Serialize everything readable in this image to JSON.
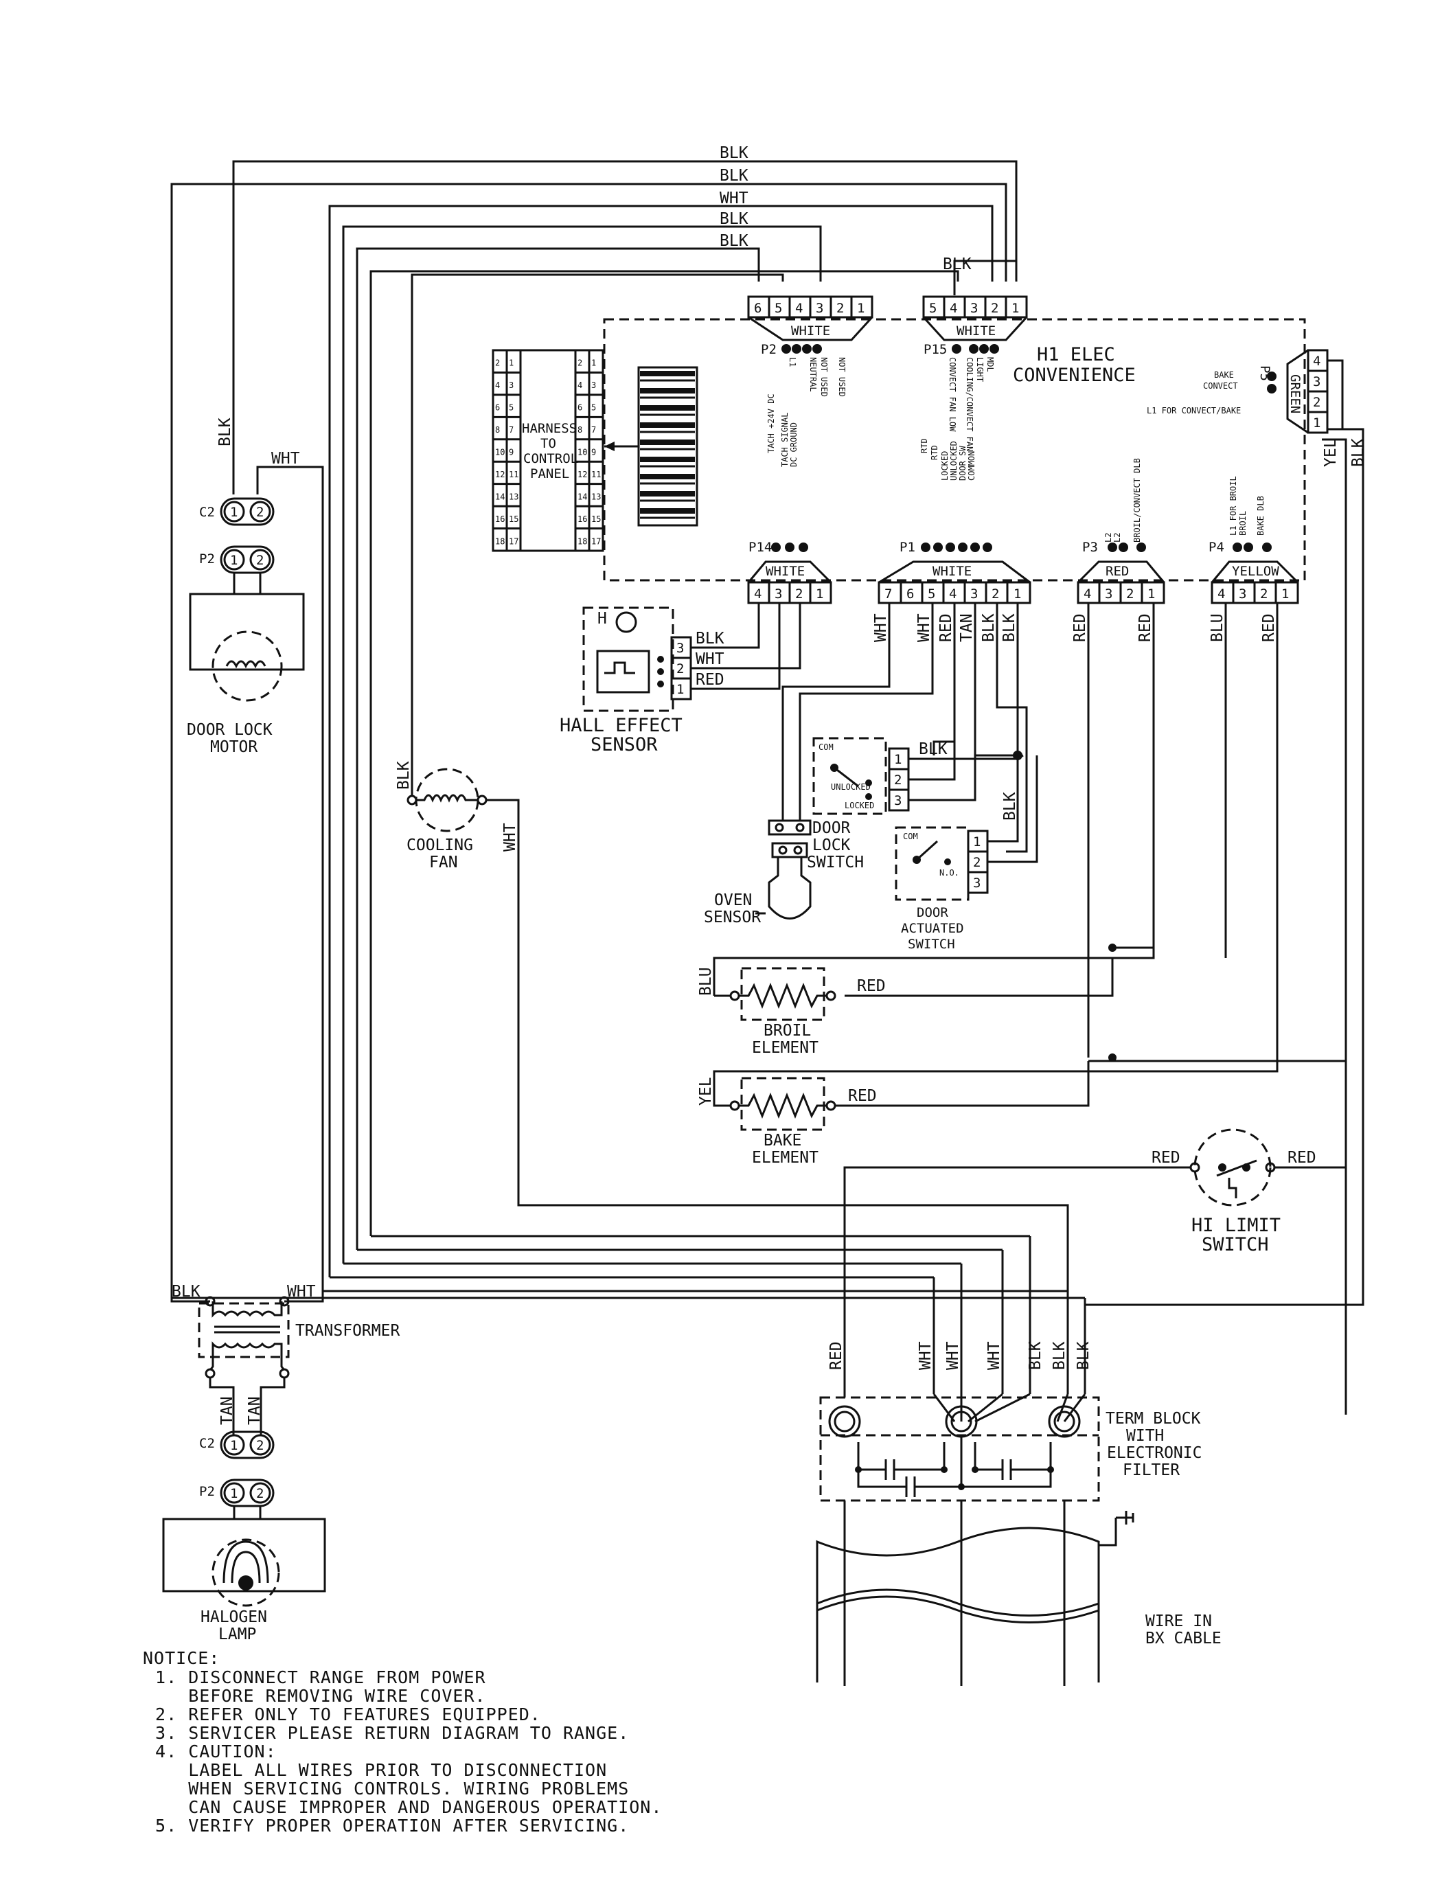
{
  "wire_labels": {
    "top_blk_1": "BLK",
    "top_blk_2": "BLK",
    "top_wht": "WHT",
    "top_blk_3": "BLK",
    "top_blk_4": "BLK",
    "p15_blk": "BLK",
    "left_blk": "BLK",
    "left_wht": "WHT",
    "fan_blk": "BLK",
    "fan_wht": "WHT",
    "v_wht_1": "WHT",
    "v_wht_2": "WHT",
    "v_red_1": "RED",
    "v_tan": "TAN",
    "v_blk_1": "BLK",
    "v_blk_2": "BLK",
    "v_red_p3a": "RED",
    "v_red_p3b": "RED",
    "v_blu_p4": "BLU",
    "v_red_p4": "RED",
    "sensor_blk": "BLK",
    "sensor_wht": "WHT",
    "sensor_red": "RED",
    "dl_blk": "BLK",
    "da_blk": "BLK",
    "broil_blu": "BLU",
    "broil_red": "RED",
    "bake_yel": "YEL",
    "bake_red": "RED",
    "hl_red_l": "RED",
    "hl_red_r": "RED",
    "yel_right": "YEL",
    "blk_right": "BLK",
    "tr_blk": "BLK",
    "tr_wht": "WHT",
    "tan_1": "TAN",
    "tan_2": "TAN",
    "tb_red": "RED",
    "tb_wht1": "WHT",
    "tb_wht2": "WHT",
    "tb_wht3": "WHT",
    "tb_blk1": "BLK",
    "tb_blk2": "BLK",
    "tb_blk3": "BLK"
  },
  "connectors": {
    "p2_pins": [
      "6",
      "5",
      "4",
      "3",
      "2",
      "1"
    ],
    "p2_color": "WHITE",
    "p2_name": "P2",
    "p15_pins": [
      "5",
      "4",
      "3",
      "2",
      "1"
    ],
    "p15_color": "WHITE",
    "p15_name": "P15",
    "p14_pins": [
      "4",
      "3",
      "2",
      "1"
    ],
    "p14_color": "WHITE",
    "p14_name": "P14",
    "p1_pins": [
      "7",
      "6",
      "5",
      "4",
      "3",
      "2",
      "1"
    ],
    "p1_color": "WHITE",
    "p1_name": "P1",
    "p3_pins": [
      "4",
      "3",
      "2",
      "1"
    ],
    "p3_color": "RED",
    "p3_name": "P3",
    "p4_pins": [
      "4",
      "3",
      "2",
      "1"
    ],
    "p4_color": "YELLOW",
    "p4_name": "P4",
    "p5_pins": [
      "4",
      "3",
      "2",
      "1"
    ],
    "p5_color": "GREEN",
    "p5_name": "P5",
    "sensor_pins": [
      "3",
      "2",
      "1"
    ],
    "door_lock_pins": [
      "1",
      "2",
      "3"
    ],
    "door_act_pins": [
      "1",
      "2",
      "3"
    ],
    "harness_left": [
      "2|1",
      "4|3",
      "6|5",
      "8|7",
      "10|9",
      "12|11",
      "14|13",
      "16|15",
      "18|17"
    ],
    "harness_right": [
      "2|1",
      "4|3",
      "6|5",
      "8|7",
      "10|9",
      "12|11",
      "14|13",
      "16|15",
      "18|17"
    ],
    "c2_top": "C2",
    "p2_top": "P2",
    "c2_bot": "C2",
    "p2_bot": "P2",
    "plug_pin_1": "1",
    "plug_pin_2": "2"
  },
  "pin_notes": {
    "p2_l1": "L1",
    "p2_neutral": "NEUTRAL",
    "p2_not_used_1": "NOT USED",
    "p2_not_used_2": "NOT USED",
    "p15_conv_low": "CONVECT FAN LOW",
    "p15_cooling": "COOLING/CONVECT FAN",
    "p15_light": "LIGHT",
    "p15_mdl": "MDL",
    "p14_tach24": "TACH +24V DC",
    "p14_tachsig": "TACH SIGNAL",
    "p14_dcgnd": "DC GROUND",
    "p1_rtd1": "RTD",
    "p1_rtd2": "RTD",
    "p1_locked": "LOCKED",
    "p1_unlocked": "UNLOCKED",
    "p1_door_sw": "DOOR SW",
    "p1_common": "COMMON",
    "p3_l2a": "L2",
    "p3_l2b": "L2",
    "p3_broil": "BROIL/CONVECT DLB",
    "p4_l1": "L1 FOR BROIL",
    "p4_broil": "BROIL",
    "p4_bake": "BAKE DLB",
    "p5_bake": "BAKE",
    "p5_convect": "CONVECT",
    "p5_l1": "L1 FOR CONVECT/BAKE"
  },
  "components": {
    "control_title_1": "H1 ELEC",
    "control_title_2": "CONVENIENCE",
    "harness_1": "HARNESS",
    "harness_2": "TO",
    "harness_3": "CONTROL",
    "harness_4": "PANEL",
    "door_lock_motor_1": "DOOR LOCK",
    "door_lock_motor_2": "MOTOR",
    "hall_1": "HALL EFFECT",
    "hall_2": "SENSOR",
    "hall_h": "H",
    "cooling_fan_1": "COOLING",
    "cooling_fan_2": "FAN",
    "door_lock_sw_1": "DOOR",
    "door_lock_sw_2": "LOCK",
    "door_lock_sw_3": "SWITCH",
    "sw_com_1": "COM",
    "sw_unlocked": "UNLOCKED",
    "sw_locked": "LOCKED",
    "oven_sensor_1": "OVEN",
    "oven_sensor_2": "SENSOR",
    "door_act_1": "DOOR",
    "door_act_2": "ACTUATED",
    "door_act_3": "SWITCH",
    "sw_com_2": "COM",
    "sw_no": "N.O.",
    "broil_1": "BROIL",
    "broil_2": "ELEMENT",
    "bake_1": "BAKE",
    "bake_2": "ELEMENT",
    "hi_limit_1": "HI LIMIT",
    "hi_limit_2": "SWITCH",
    "transformer": "TRANSFORMER",
    "term_block_1": "TERM BLOCK",
    "term_block_2": "WITH",
    "term_block_3": "ELECTRONIC",
    "term_block_4": "FILTER",
    "bx_1": "WIRE IN",
    "bx_2": "BX CABLE",
    "lamp_1": "HALOGEN",
    "lamp_2": "LAMP"
  },
  "notice": {
    "title": "NOTICE:",
    "lines": [
      " 1. DISCONNECT RANGE FROM POWER",
      "    BEFORE REMOVING WIRE COVER.",
      " 2. REFER ONLY TO FEATURES EQUIPPED.",
      " 3. SERVICER PLEASE RETURN DIAGRAM TO RANGE.",
      " 4. CAUTION:",
      "    LABEL ALL WIRES PRIOR TO DISCONNECTION",
      "    WHEN SERVICING CONTROLS. WIRING PROBLEMS",
      "    CAN CAUSE IMPROPER AND DANGEROUS OPERATION.",
      " 5. VERIFY PROPER OPERATION AFTER SERVICING."
    ]
  }
}
